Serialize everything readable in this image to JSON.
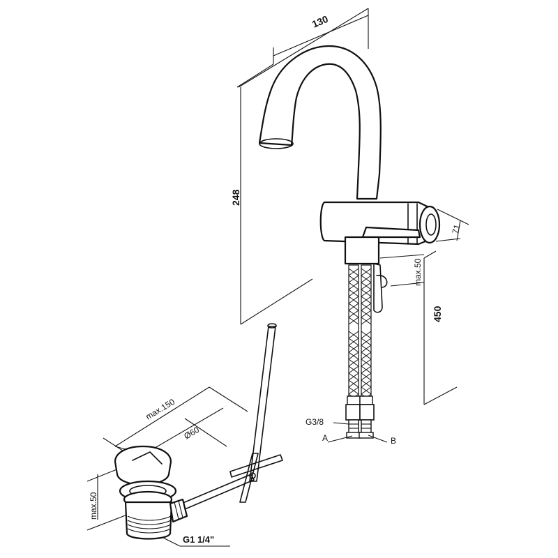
{
  "dimensions": {
    "width_spout": "130",
    "height_spout": "248",
    "total_height": "450",
    "handle_offset": "71",
    "max_gap": "max.50",
    "drain_reach": "max.150",
    "drain_diameter": "Ø60",
    "drain_height": "max.50",
    "drain_thread": "G1 1/4\""
  },
  "connections": {
    "thread": "G3/8",
    "inlet_a": "A",
    "inlet_b": "B"
  }
}
